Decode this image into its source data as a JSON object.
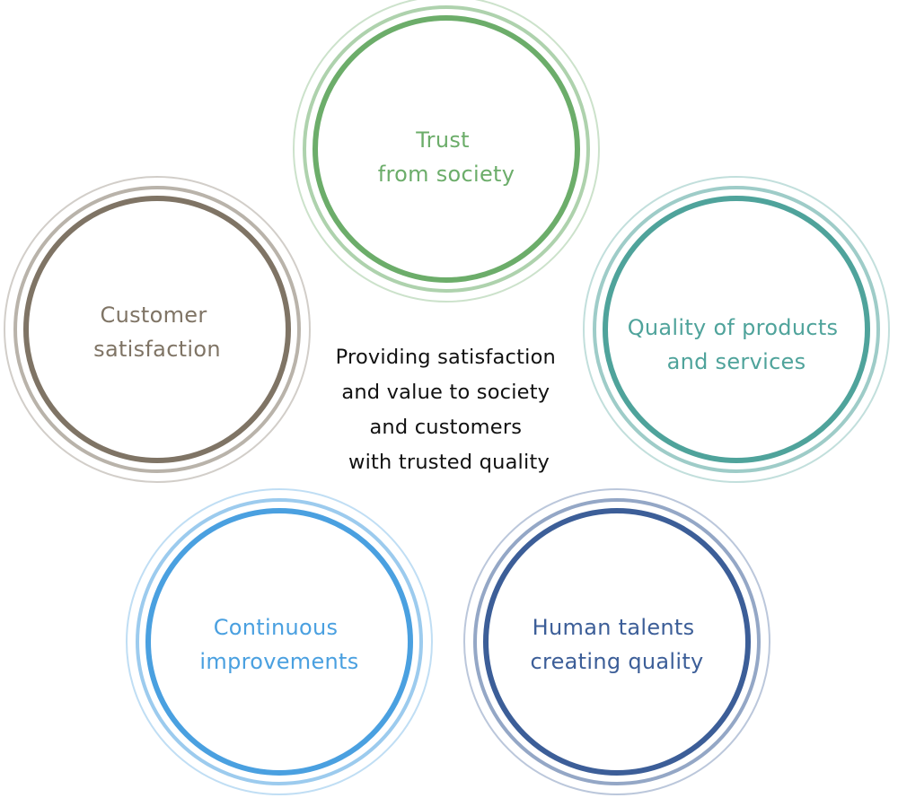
{
  "center": {
    "lines": [
      "Providing satisfaction",
      "and value to society",
      "and customers",
      "with trusted quality"
    ]
  },
  "circles": [
    {
      "id": "trust-from-society",
      "lines": [
        "Trust",
        "from society"
      ],
      "color": "#6cad6a"
    },
    {
      "id": "customer-satisfaction",
      "lines": [
        "Customer",
        "satisfaction"
      ],
      "color": "#7f7465"
    },
    {
      "id": "quality-products-services",
      "lines": [
        "Quality of products",
        "and services"
      ],
      "color": "#4fa39b"
    },
    {
      "id": "continuous-improvements",
      "lines": [
        "Continuous",
        "improvements"
      ],
      "color": "#4aa0e0"
    },
    {
      "id": "human-talents",
      "lines": [
        "Human talents",
        "creating quality"
      ],
      "color": "#3c5e98"
    }
  ]
}
